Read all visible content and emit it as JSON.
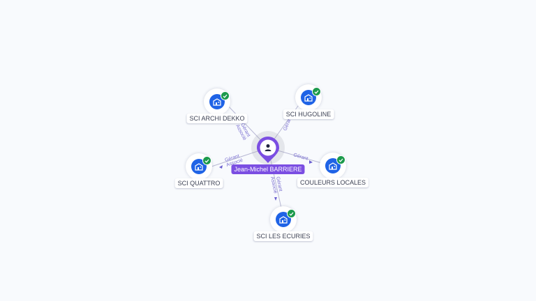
{
  "graph": {
    "center": {
      "name": "Jean-Michel BARRIERE",
      "icon": "person-icon"
    },
    "companies": [
      {
        "name": "SCI ARCHI DEKKO",
        "icon": "building-icon",
        "verified_icon": "check-badge-icon"
      },
      {
        "name": "SCI HUGOLINE",
        "icon": "building-icon",
        "verified_icon": "check-badge-icon"
      },
      {
        "name": "SCI QUATTRO",
        "icon": "building-icon",
        "verified_icon": "check-badge-icon"
      },
      {
        "name": "COULEURS LOCALES",
        "icon": "building-icon",
        "verified_icon": "check-badge-icon"
      },
      {
        "name": "SCI LES ECURIES",
        "icon": "building-icon",
        "verified_icon": "check-badge-icon"
      }
    ],
    "relations": [
      {
        "target": "SCI ARCHI DEKKO",
        "labels": [
          "Gérant",
          "Associé"
        ]
      },
      {
        "target": "SCI HUGOLINE",
        "labels": [
          "Gérant"
        ]
      },
      {
        "target": "SCI QUATTRO",
        "labels": [
          "Gérant",
          "Associé"
        ]
      },
      {
        "target": "COULEURS LOCALES",
        "labels": [
          "Gérant"
        ]
      },
      {
        "target": "SCI LES ECURIES",
        "labels": [
          "Gérant",
          "Associé"
        ]
      }
    ]
  },
  "colors": {
    "background": "#f8fafd",
    "person_accent": "#7b4ee2",
    "company_disc": "#1f63e6",
    "verified": "#1c9a4c",
    "edge": "#b8b8d4",
    "edge_label": "#7a6fd0"
  }
}
